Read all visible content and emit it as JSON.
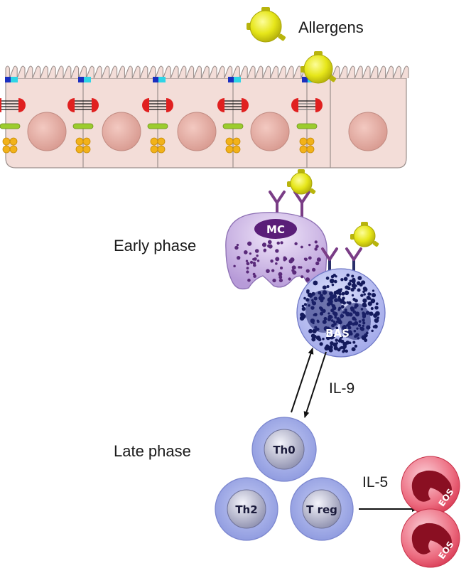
{
  "labels": {
    "allergens": "Allergens",
    "early_phase": "Early phase",
    "late_phase": "Late phase",
    "il9": "IL-9",
    "il5": "IL-5"
  },
  "cells": {
    "mast_cell": "MC",
    "basophil": "BAS",
    "th0": "Th0",
    "th2": "Th2",
    "treg": "T reg",
    "eos_top": "EOS",
    "eos_bottom": "EOS"
  },
  "colors": {
    "allergen": "#e6e619",
    "epithelium": "#f3ddd8",
    "nucleus": "#e5a9a0",
    "tight_junction": "#e02020",
    "mast_cell": "#cbb4e6",
    "basophil": "#b8bff0",
    "tcell": "#a7b2ea",
    "eosinophil": "#e8495f"
  },
  "icons": {
    "allergen": "allergen-particle-icon",
    "ige_receptor": "ige-antibody-icon"
  }
}
